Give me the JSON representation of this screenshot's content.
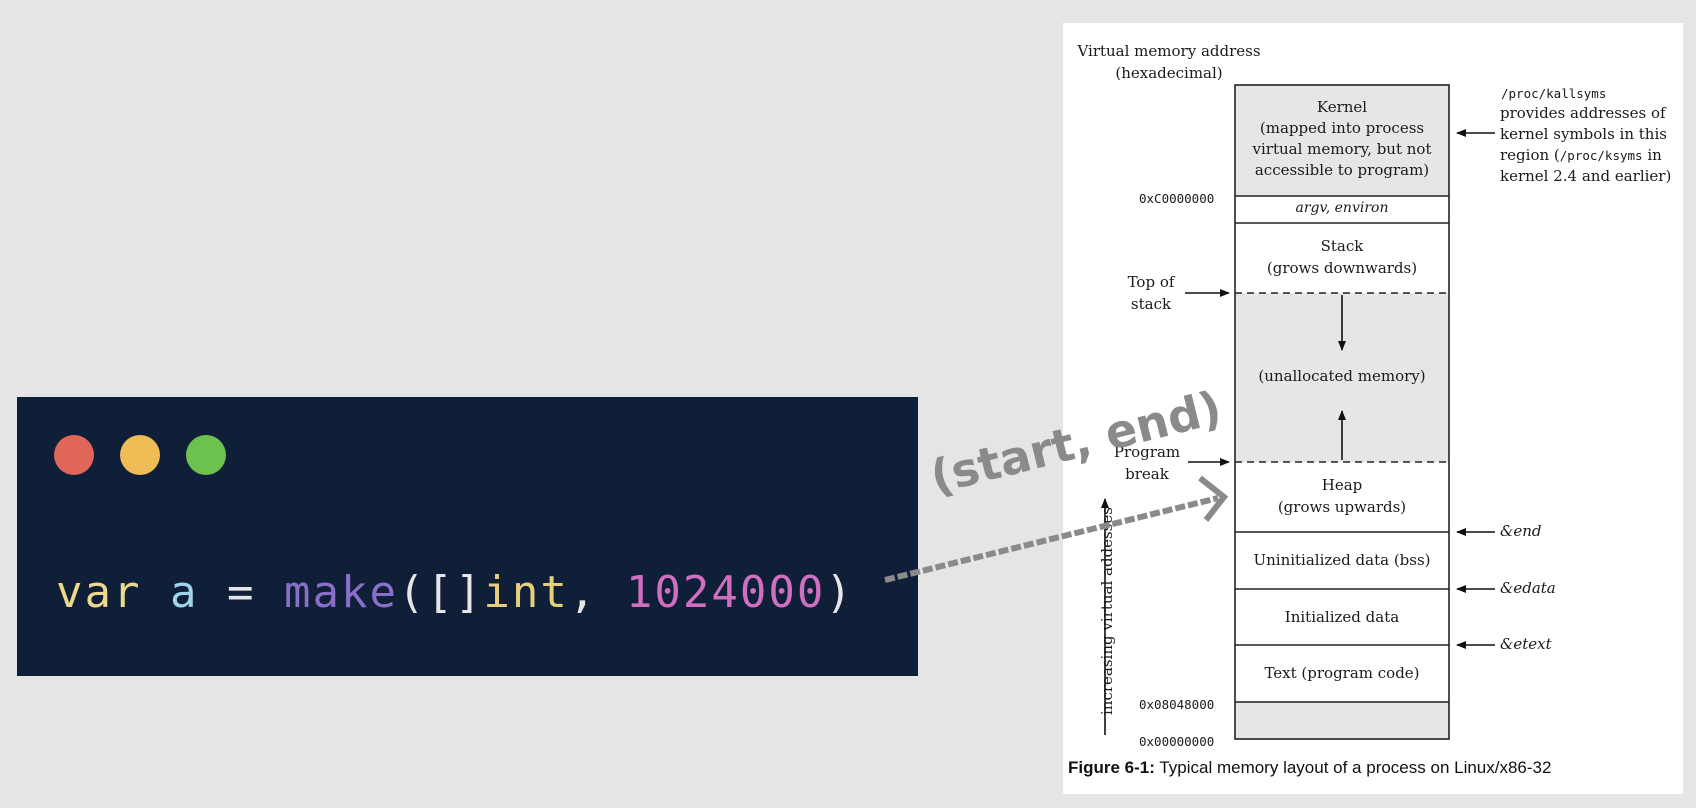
{
  "code": {
    "window_dots": [
      "red",
      "yellow",
      "green"
    ],
    "tokens": [
      {
        "text": "var",
        "role": "keyword"
      },
      {
        "text": " ",
        "role": "space"
      },
      {
        "text": "a",
        "role": "variable"
      },
      {
        "text": " = ",
        "role": "operator"
      },
      {
        "text": "make",
        "role": "function"
      },
      {
        "text": "([]",
        "role": "punct"
      },
      {
        "text": "int",
        "role": "type"
      },
      {
        "text": ", ",
        "role": "punct"
      },
      {
        "text": "1024000",
        "role": "number"
      },
      {
        "text": ")",
        "role": "punct"
      }
    ],
    "colors": {
      "background": "#101f38",
      "keyword": "#ecd98e",
      "variable": "#9fd3ee",
      "function": "#8a6fc8",
      "number": "#d06fc0"
    }
  },
  "overlay_label": "(start, end)",
  "figure": {
    "header_line1": "Virtual memory address",
    "header_line2": "(hexadecimal)",
    "segments": {
      "kernel": [
        "Kernel",
        "(mapped into process",
        "virtual memory, but not",
        "accessible to program)"
      ],
      "argv": "argv, environ",
      "stack": [
        "Stack",
        "(grows downwards)"
      ],
      "unallocated": "(unallocated memory)",
      "heap": [
        "Heap",
        "(grows upwards)"
      ],
      "bss": "Uninitialized data (bss)",
      "data": "Initialized data",
      "text": "Text (program code)"
    },
    "addresses": {
      "a_c0": "0xC0000000",
      "a_08": "0x08048000",
      "a_00": "0x00000000"
    },
    "left_labels": {
      "top_of_stack": [
        "Top of",
        "stack"
      ],
      "program_break": [
        "Program",
        "break"
      ]
    },
    "right_note": {
      "line1": "/proc/kallsyms",
      "line2": "provides addresses of",
      "line3": "kernel symbols in this",
      "line4_a": "region (",
      "line4_b": "/proc/ksyms",
      "line4_c": " in",
      "line5": "kernel 2.4 and earlier)"
    },
    "right_labels": {
      "end": "&end",
      "edata": "&edata",
      "etext": "&etext"
    },
    "vertical_label": "increasing virtual addesses",
    "caption_bold": "Figure 6-1:",
    "caption_text": " Typical memory layout of a process on Linux/x86-32"
  }
}
